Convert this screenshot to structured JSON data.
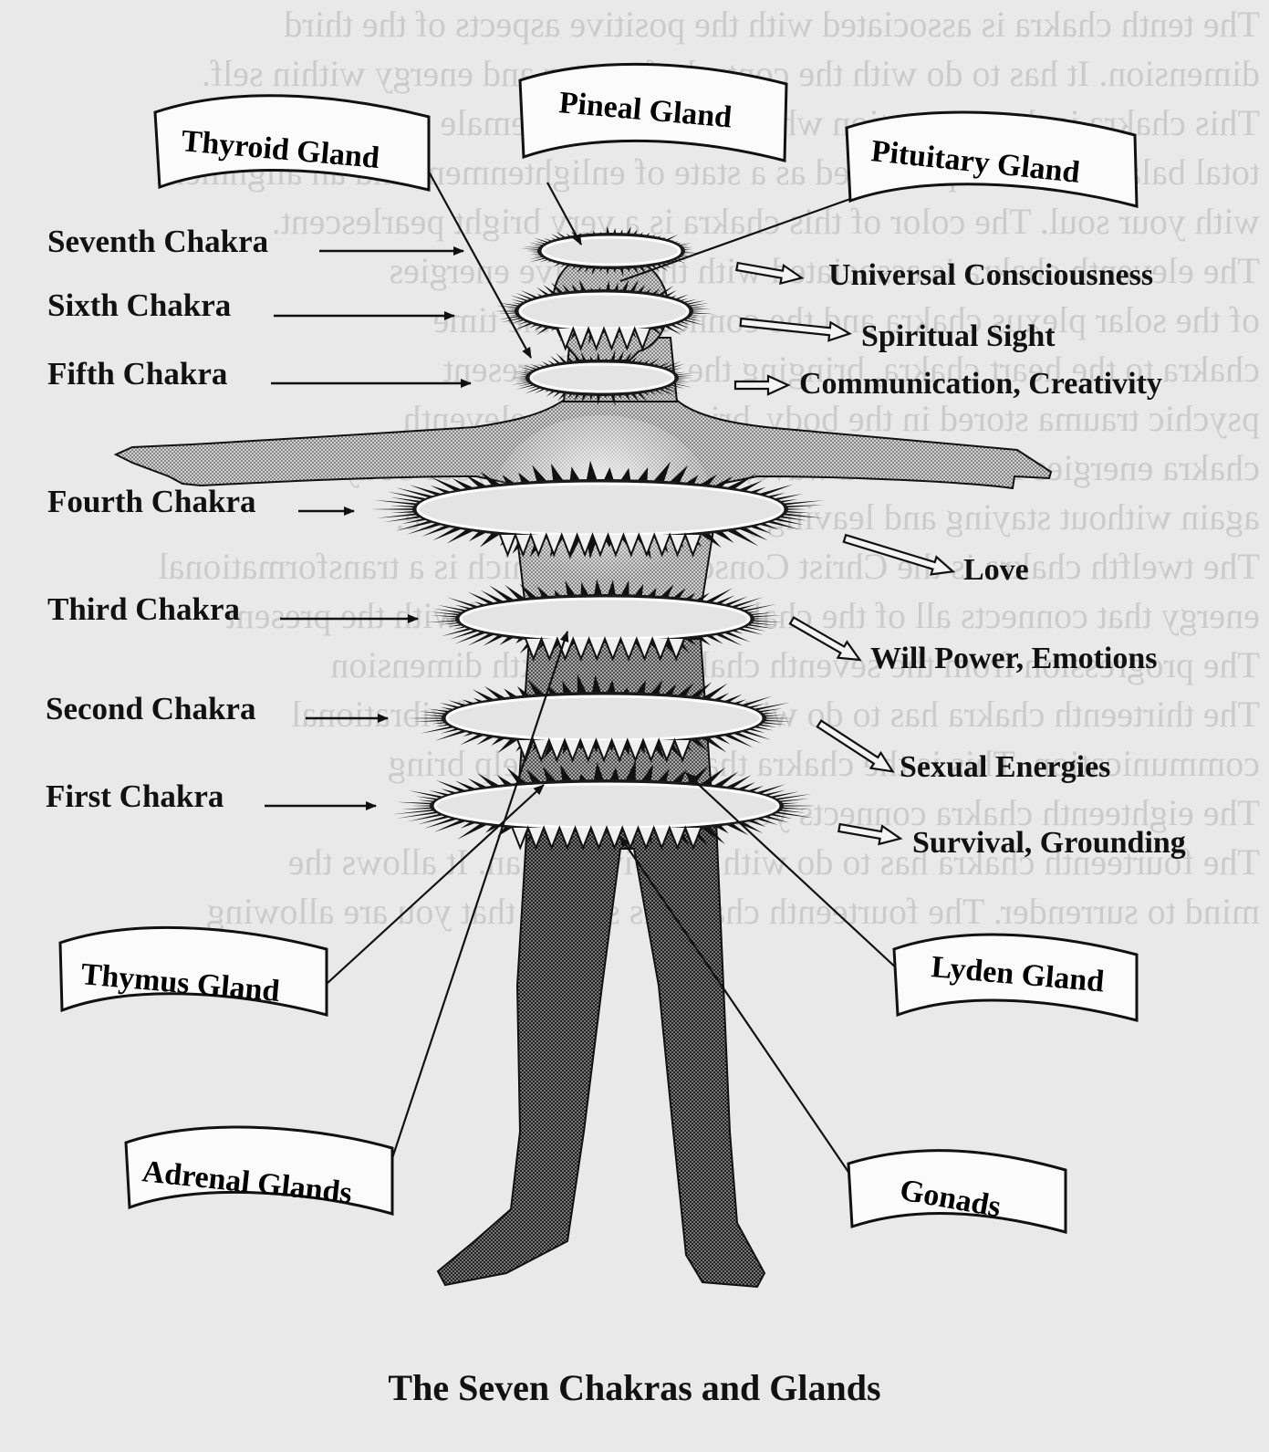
{
  "caption": "The Seven Chakras and Glands",
  "chakras": [
    {
      "label": "Seventh Chakra",
      "function": "Universal Consciousness"
    },
    {
      "label": "Sixth Chakra",
      "function": "Spiritual Sight"
    },
    {
      "label": "Fifth Chakra",
      "function": "Communication, Creativity"
    },
    {
      "label": "Fourth Chakra",
      "function": "Love"
    },
    {
      "label": "Third Chakra",
      "function": "Will Power, Emotions"
    },
    {
      "label": "Second Chakra",
      "function": "Sexual Energies"
    },
    {
      "label": "First Chakra",
      "function": "Survival, Grounding"
    }
  ],
  "glands": {
    "thyroid": "Thyroid Gland",
    "pineal": "Pineal Gland",
    "pituitary": "Pituitary Gland",
    "thymus": "Thymus Gland",
    "lyden": "Lyden Gland",
    "adrenal": "Adrenal Glands",
    "gonads": "Gonads"
  },
  "bleed_through_text": [
    "The tenth chakra is associated with the positive aspects of the third",
    "dimension. It has to do with the control of matter and energy within self.",
    "This chakra is the connection when the male and female energies are in",
    "total balance. It is experienced as a state of enlightenment and an alignment",
    "with your soul. The color of this chakra is a very bright pearlescent.",
    "The eleventh chakra is associated with the positive energies",
    "of the solar plexus chakra and the connecting of the time",
    "chakra to the heart chakra, bringing the past and present",
    "psychic trauma stored in the body, bringing in the eleventh",
    "chakra energies like that of a wave, flowing through your body and out",
    "again without staying and leaving you in a state of balance.",
    "The twelfth chakra is the Christ Consciousness, which is a transformational",
    "energy that connects all of the chakras. It is associated with the present",
    "The progression from the seventh chakra to the sixth dimension",
    "The thirteenth chakra has to do with the manifesting of vibrational",
    "communication. This is the chakra that is used to help bring",
    "The eighteenth chakra connects you with the time of",
    "The fourteenth chakra has to do with the Divine Plan. It allows the",
    "mind to surrender. The fourteenth chakra is saying that you are allowing"
  ]
}
